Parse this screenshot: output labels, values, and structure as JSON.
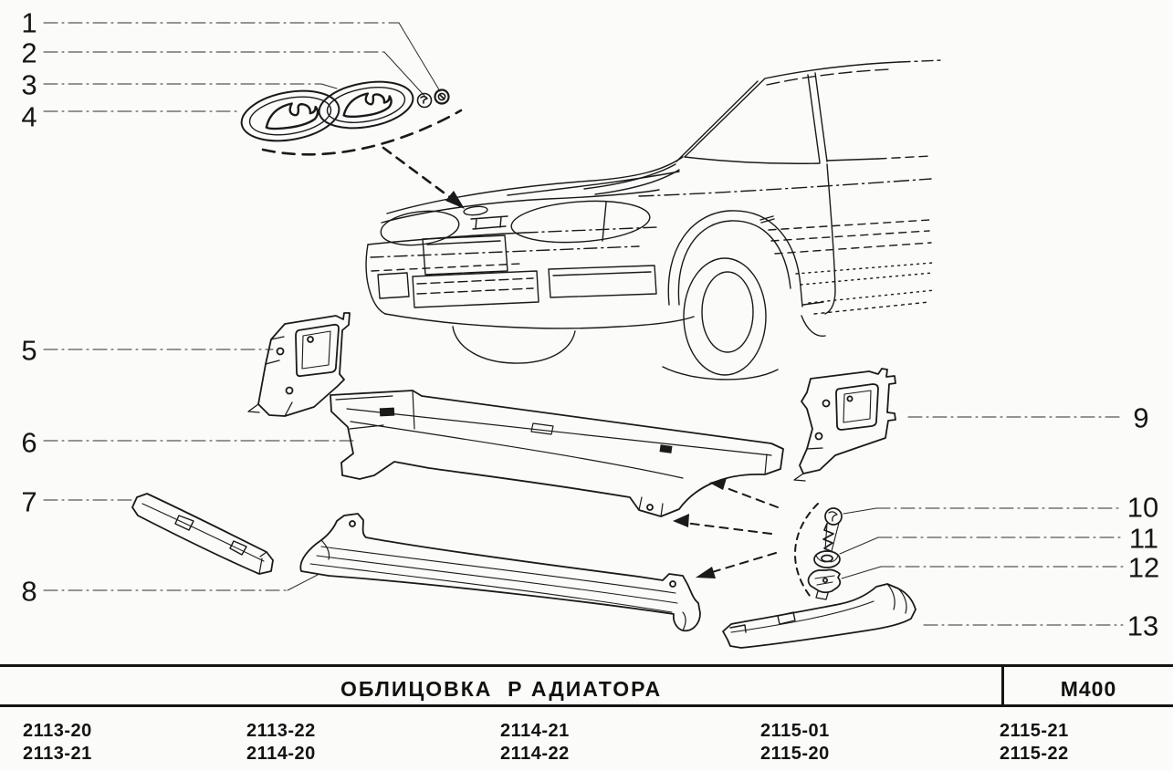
{
  "page": {
    "background": "#fbfbfa",
    "ink": "#1a1a1a",
    "description": "Parts catalog exploded diagram: radiator grille of VAZ 2113/2114/2115"
  },
  "callouts": {
    "left": [
      "1",
      "2",
      "3",
      "4",
      "5",
      "6",
      "7",
      "8"
    ],
    "right": [
      "9",
      "10",
      "11",
      "12",
      "13"
    ]
  },
  "table": {
    "title": "ОБЛИЦОВКА  Р АДИАТОРА",
    "code": "M400",
    "model_rows": [
      [
        "2113-20",
        "2113-22",
        "2114-21",
        "2115-01",
        "2115-21"
      ],
      [
        "2113-21",
        "2114-20",
        "2114-22",
        "2115-20",
        "2115-22"
      ]
    ]
  }
}
